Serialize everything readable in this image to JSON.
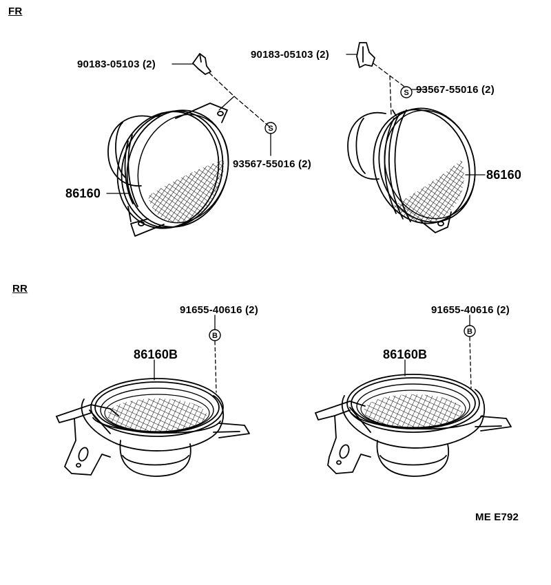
{
  "sections": {
    "front": "FR",
    "rear": "RR"
  },
  "callouts": {
    "fr_left_clip": "90183-05103 (2)",
    "fr_left_screw": "93567-55016 (2)",
    "fr_left_speaker": "86160",
    "fr_right_clip": "90183-05103 (2)",
    "fr_right_screw": "93567-55016 (2)",
    "fr_right_speaker": "86160",
    "rr_left_bolt": "91655-40616 (2)",
    "rr_left_speaker": "86160B",
    "rr_right_bolt": "91655-40616 (2)",
    "rr_right_speaker": "86160B"
  },
  "markers": {
    "screw_symbol": "S",
    "bolt_symbol": "B"
  },
  "diagram_code": "ME E792"
}
